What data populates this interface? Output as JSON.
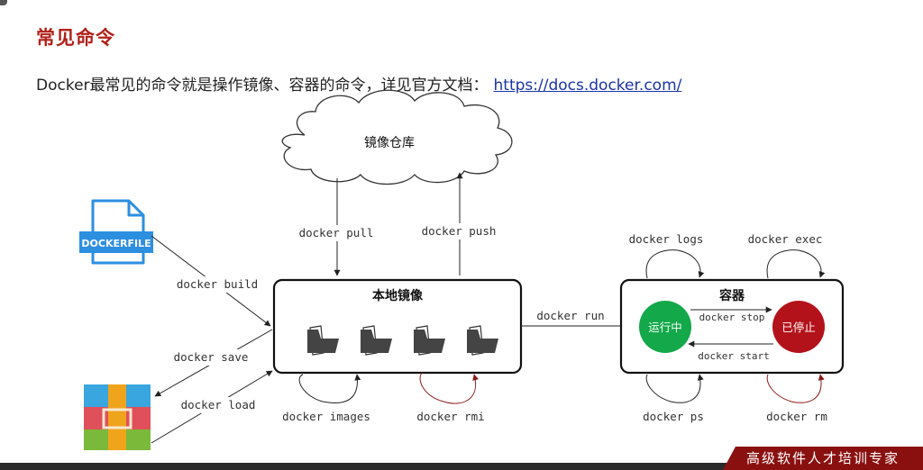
{
  "slide": {
    "title": "常见命令",
    "intro_text": "Docker最常见的命令就是操作镜像、容器的命令，详见官方文档：",
    "intro_link": "https://docs.docker.com/"
  },
  "diagram": {
    "registry_label": "镜像仓库",
    "dockerfile_label": "DOCKERFILE",
    "local_images_label": "本地镜像",
    "container_box_label": "容器",
    "running_label": "运行中",
    "stopped_label": "已停止",
    "commands": {
      "pull": "docker pull",
      "push": "docker push",
      "build": "docker build",
      "save": "docker save",
      "load": "docker load",
      "images": "docker images",
      "rmi": "docker rmi",
      "run": "docker run",
      "logs": "docker logs",
      "exec": "docker exec",
      "stop": "docker stop",
      "start": "docker start",
      "ps": "docker ps",
      "rm": "docker rm"
    }
  },
  "footer": {
    "banner_text": "高级软件人才培训专家"
  },
  "colors": {
    "title": "#b0211b",
    "link": "#1a33a6",
    "running": "#13a84a",
    "stopped": "#b3121a",
    "dockerfile_blue": "#2d8fe0"
  }
}
